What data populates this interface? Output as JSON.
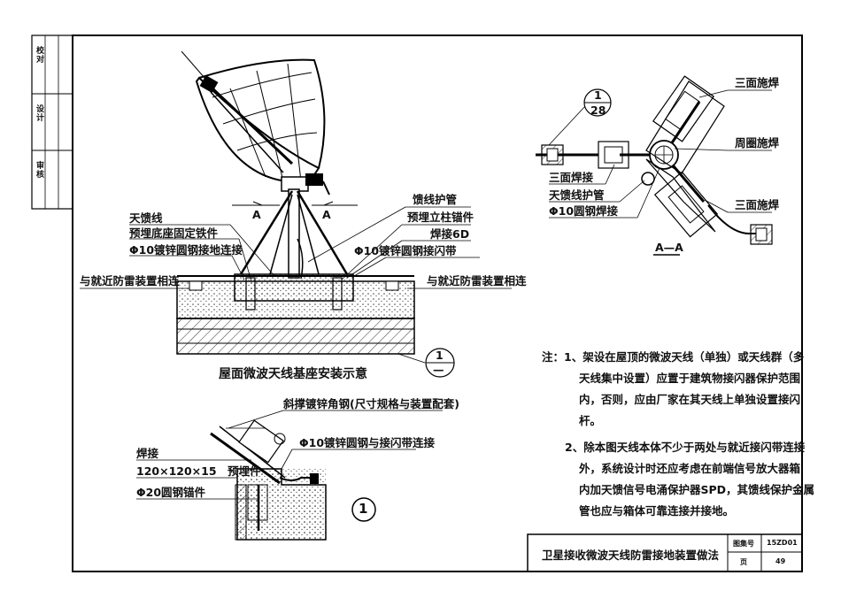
{
  "labels": {
    "feed_protect_tube": "馈线护管",
    "embedded_anchor": "预埋立柱锚件",
    "weld_6d": "焊接6D",
    "round_steel_strap": "Φ10镀锌圆钢接闪带",
    "antenna_feed": "天馈线",
    "embedded_base_iron": "预埋底座固定铁件",
    "round_steel_ground": "Φ10镀锌圆钢接地连接",
    "connect_left": "与就近防雷装置相连",
    "connect_right": "与就近防雷装置相连",
    "section_a1": "A",
    "section_a2": "A",
    "base_caption": "屋面微波天线基座安装示意",
    "callout_top": "1",
    "callout_bottom": "28",
    "callout2_top": "1",
    "callout2_bottom": "—",
    "three_side_weld_1": "三面施焊",
    "perimeter_weld": "周圈施焊",
    "three_side_weld_2": "三面施焊",
    "three_side_weld_3": "三面焊接",
    "feed_tube_2": "天馈线护管",
    "round_weld": "Φ10圆钢焊接",
    "aa": "A—A",
    "angle_steel": "斜撑镀锌角钢(尺寸规格与装置配套)",
    "round_strap_connect": "Φ10镀锌圆钢与接闪带连接",
    "weld_detail": "焊接",
    "embedded_part": "120×120×15　预埋件",
    "anchor_20": "Φ20圆钢锚件",
    "detail_num": "1"
  },
  "notes": [
    "注：1、架设在屋顶的微波天线（单独）或天线群（多",
    "天线集中设置）应置于建筑物接闪器保护范围",
    "内，否则，应由厂家在其天线上单独设置接闪",
    "杆。",
    "2、除本图天线本体不少于两处与就近接闪带连接",
    "外，系统设计时还应考虑在前端信号放大器箱",
    "内加天馈信号电涌保护器SPD，其馈线保护金属",
    "管也应与箱体可靠连接并接地。"
  ],
  "title_block": {
    "title": "卫星接收微波天线防雷接地装置做法",
    "atlas_label": "图集号",
    "atlas_no": "15ZD01",
    "page_label": "页",
    "page_no": "49"
  },
  "side_strip": [
    "校对",
    "设计",
    "审核"
  ]
}
